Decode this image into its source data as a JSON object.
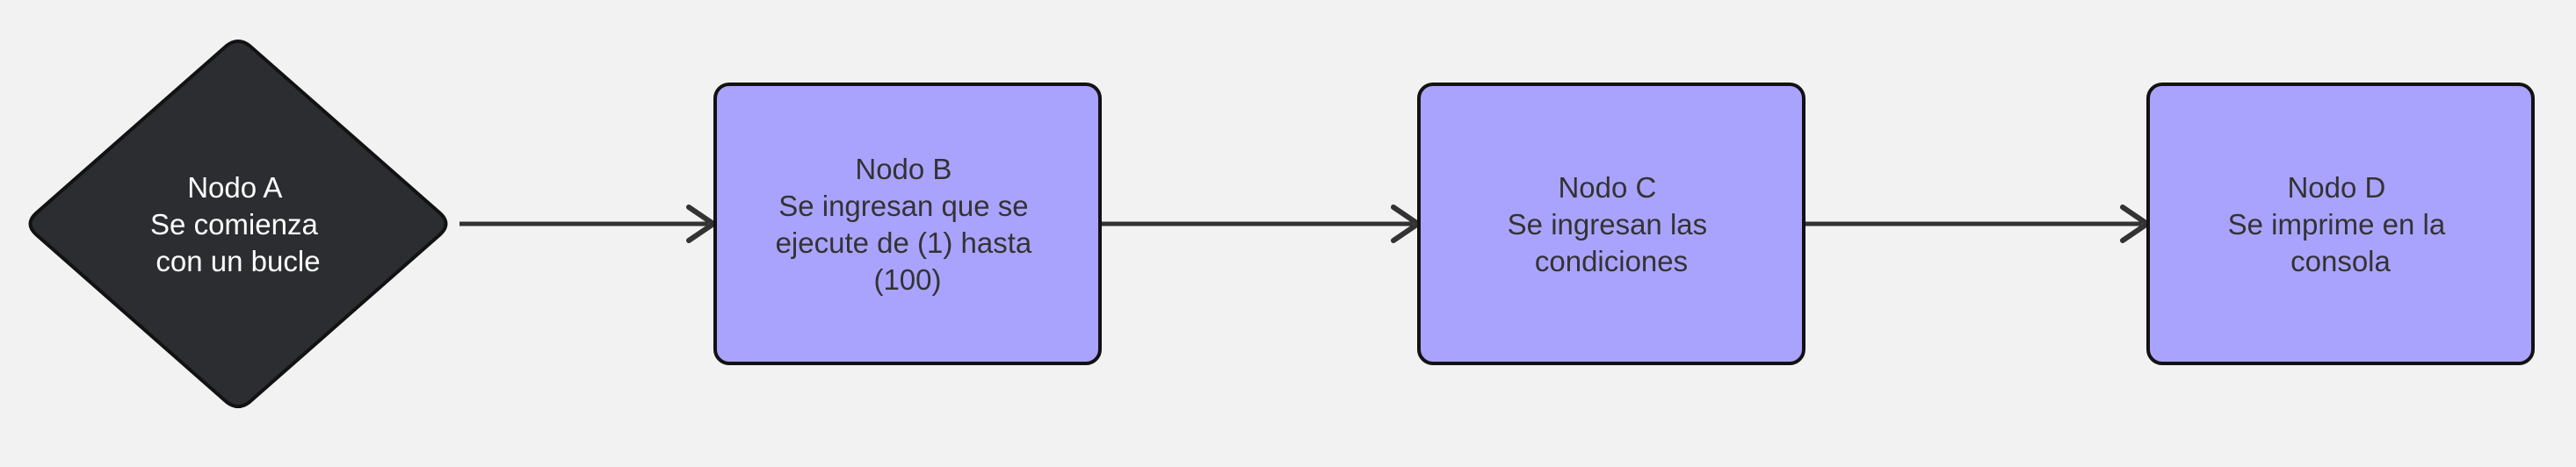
{
  "colors": {
    "background": "#f2f2f2",
    "diamond_fill": "#2c2d31",
    "box_fill": "#aaa3fe",
    "stroke": "#121212",
    "edge": "#333333",
    "diamond_text": "#ffffff",
    "box_text": "#333333"
  },
  "nodes": [
    {
      "id": "A",
      "shape": "diamond",
      "lines": [
        "Nodo A",
        "Se comienza",
        "con un bucle"
      ]
    },
    {
      "id": "B",
      "shape": "rounded-rect",
      "lines": [
        "Nodo B",
        "Se ingresan que se",
        "ejecute de (1) hasta",
        "(100)"
      ]
    },
    {
      "id": "C",
      "shape": "rounded-rect",
      "lines": [
        "Nodo C",
        "Se ingresan las",
        "condiciones"
      ]
    },
    {
      "id": "D",
      "shape": "rounded-rect",
      "lines": [
        "Nodo D",
        "Se imprime en la",
        "consola"
      ]
    }
  ],
  "edges": [
    {
      "from": "A",
      "to": "B"
    },
    {
      "from": "B",
      "to": "C"
    },
    {
      "from": "C",
      "to": "D"
    }
  ]
}
